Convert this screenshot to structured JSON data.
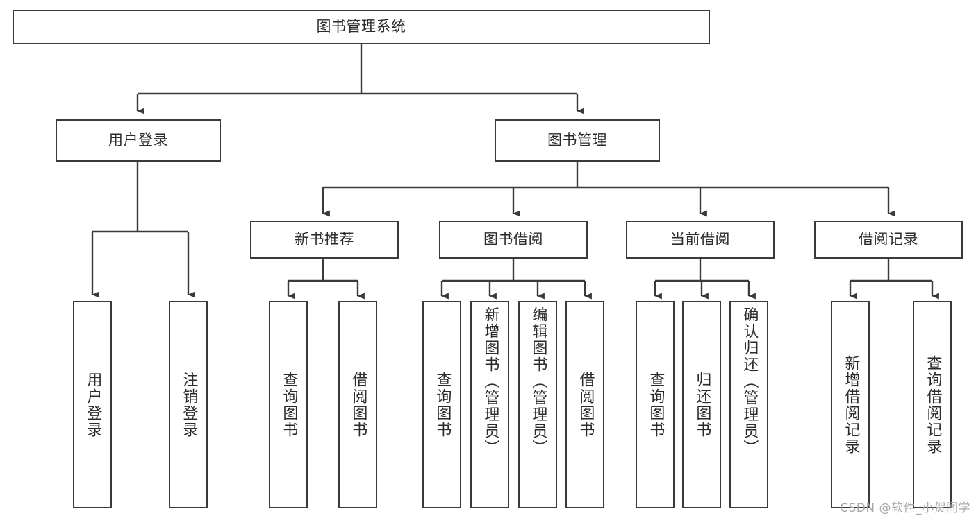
{
  "diagram": {
    "type": "tree-hierarchy",
    "title": "图书管理系统",
    "orientation": "top-down",
    "line_color": "#3a3a3a",
    "box_fill": "#ffffff",
    "text_color": "#2b2b2b",
    "root": {
      "label": "图书管理系统"
    },
    "level2": [
      {
        "label": "用户登录"
      },
      {
        "label": "图书管理"
      }
    ],
    "level3": [
      {
        "label": "新书推荐"
      },
      {
        "label": "图书借阅"
      },
      {
        "label": "当前借阅"
      },
      {
        "label": "借阅记录"
      }
    ],
    "leaves": {
      "user_login": [
        {
          "label": "用户登录"
        },
        {
          "label": "注销登录"
        }
      ],
      "new_book_recommend": [
        {
          "label": "查询图书"
        },
        {
          "label": "借阅图书"
        }
      ],
      "book_borrow": [
        {
          "label": "查询图书"
        },
        {
          "label": "新增图书（管理员）"
        },
        {
          "label": "编辑图书（管理员）"
        },
        {
          "label": "借阅图书"
        }
      ],
      "current_borrow": [
        {
          "label": "查询图书"
        },
        {
          "label": "归还图书"
        },
        {
          "label": "确认归还（管理员）"
        }
      ],
      "borrow_record": [
        {
          "label": "新增借阅记录"
        },
        {
          "label": "查询借阅记录"
        }
      ]
    },
    "watermark": "CSDN @软件_小贺同学"
  }
}
